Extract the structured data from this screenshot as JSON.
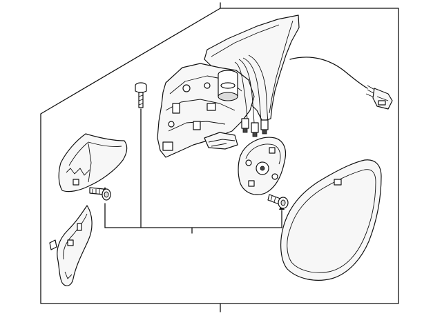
{
  "diagram": {
    "parts": [
      {
        "id": "mirror-housing-assembly"
      },
      {
        "id": "cover-cap"
      },
      {
        "id": "lower-trim-cover"
      },
      {
        "id": "screw-top"
      },
      {
        "id": "screw-left"
      },
      {
        "id": "screw-right"
      },
      {
        "id": "actuator-motor"
      },
      {
        "id": "mirror-glass"
      },
      {
        "id": "wire-harness-connector"
      },
      {
        "id": "spacer-block"
      }
    ]
  }
}
